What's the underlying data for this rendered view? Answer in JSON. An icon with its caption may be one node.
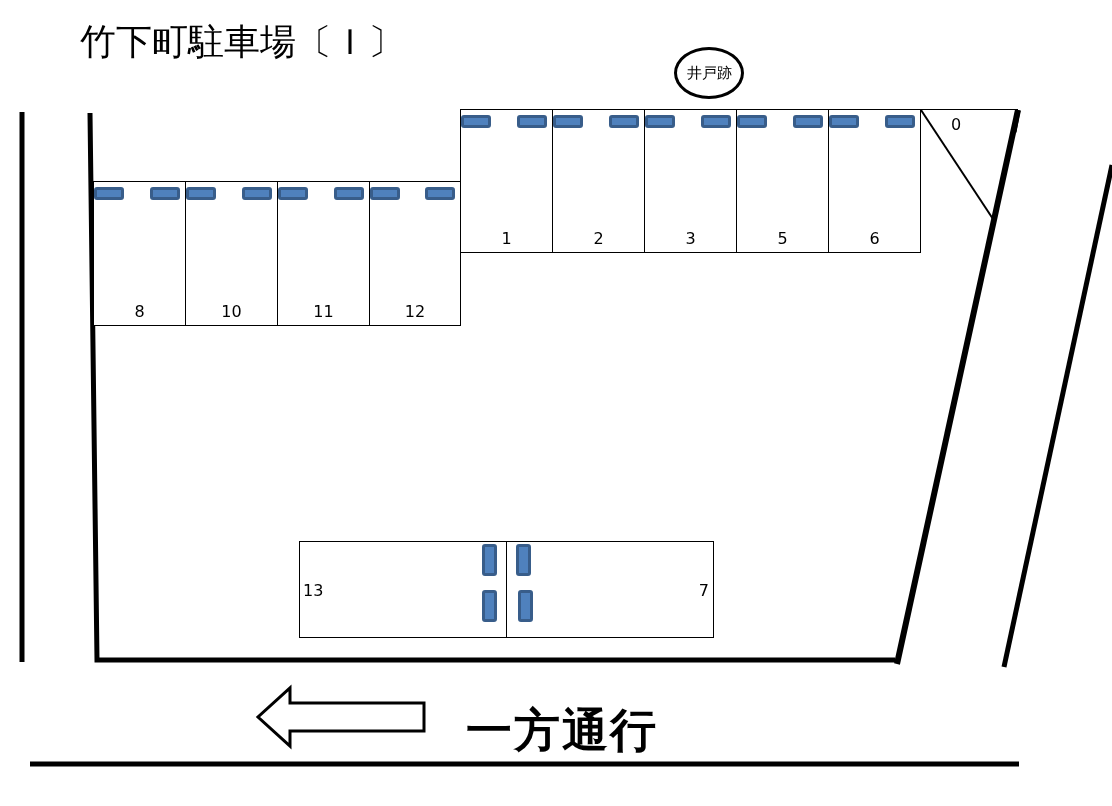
{
  "diagram": {
    "title": "竹下町駐車場〔Ｉ〕",
    "nodes": [
      {
        "text": [
          "井戸跡"
        ]
      },
      {
        "text": [
          "1"
        ]
      },
      {
        "text": [
          "2"
        ]
      },
      {
        "text": [
          "3"
        ]
      },
      {
        "text": [
          "5"
        ]
      },
      {
        "text": [
          "6"
        ]
      },
      {
        "text": [
          "0"
        ]
      },
      {
        "text": [
          "8"
        ]
      },
      {
        "text": [
          "10"
        ]
      },
      {
        "text": [
          "11"
        ]
      },
      {
        "text": [
          "12"
        ]
      },
      {
        "text": [
          "13"
        ]
      },
      {
        "text": [
          "7"
        ]
      }
    ],
    "edges": [],
    "labels": [
      "一方通行"
    ]
  }
}
